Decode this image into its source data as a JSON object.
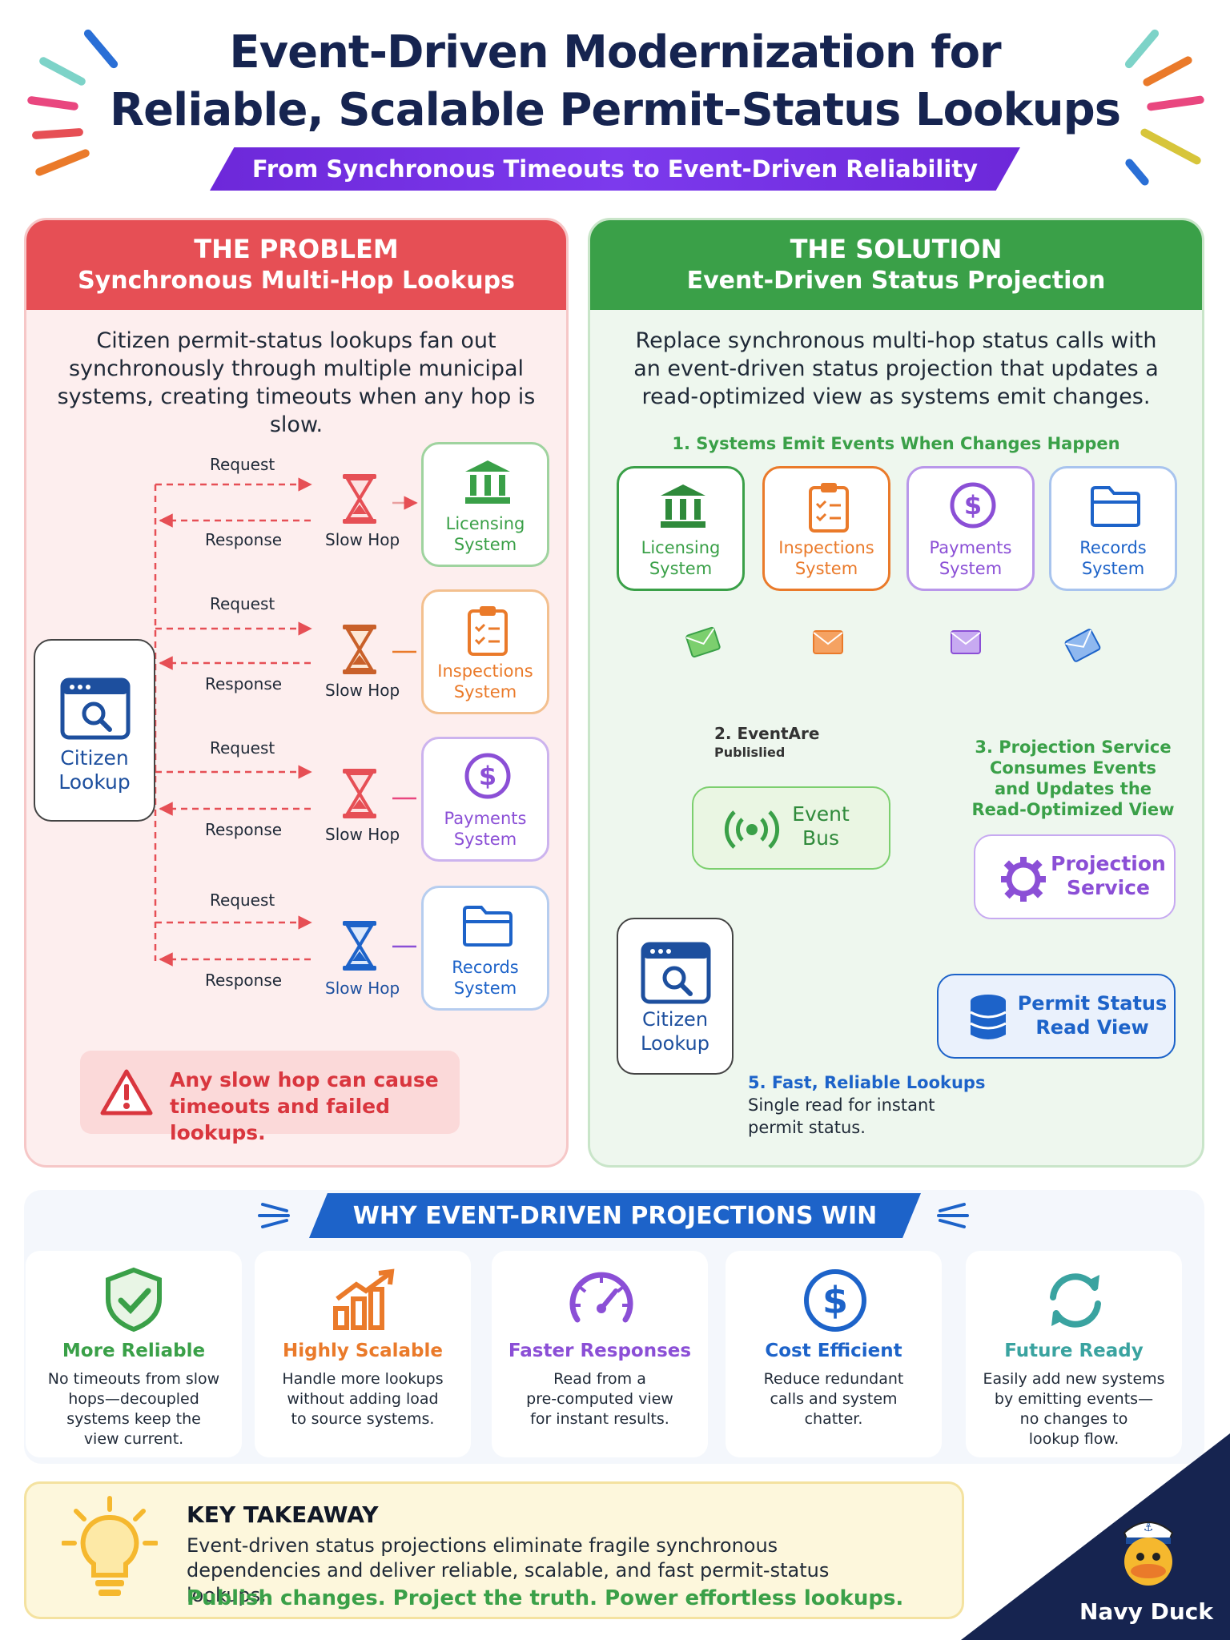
{
  "header": {
    "title_line1": "Event-Driven Modernization for",
    "title_line2": "Reliable, Scalable Permit-Status Lookups",
    "subtitle": "From Synchronous Timeouts to Event-Driven Reliability"
  },
  "problem": {
    "heading": "THE PROBLEM",
    "subheading": "Synchronous Multi-Hop Lookups",
    "intro": [
      "Citizen permit-status lookups fan out",
      "synchronously through multiple municipal",
      "systems, creating timeouts when any hop is slow."
    ],
    "client": {
      "line1": "Citizen",
      "line2": "Lookup"
    },
    "request_label": "Request",
    "response_label": "Response",
    "hop_label": "Slow Hop",
    "systems": [
      {
        "line1": "Licensing",
        "line2": "System",
        "color": "#3aa048"
      },
      {
        "line1": "Inspections",
        "line2": "System",
        "color": "#ea7a2a"
      },
      {
        "line1": "Payments",
        "line2": "System",
        "color": "#8b4fd6"
      },
      {
        "line1": "Records",
        "line2": "System",
        "color": "#1d63c9"
      }
    ],
    "warning": {
      "line1": "Any slow hop can cause",
      "line2": "timeouts and failed lookups."
    }
  },
  "solution": {
    "heading": "THE SOLUTION",
    "subheading": "Event-Driven Status Projection",
    "intro": [
      "Replace synchronous multi-hop status calls with",
      "an event-driven status projection that updates a",
      "read-optimized view as systems emit changes."
    ],
    "step1": "1. Systems Emit Events When Changes Happen",
    "systems": [
      {
        "line1": "Licensing",
        "line2": "System",
        "color": "#3aa048"
      },
      {
        "line1": "Inspections",
        "line2": "System",
        "color": "#ea7a2a"
      },
      {
        "line1": "Payments",
        "line2": "System",
        "color": "#8b4fd6"
      },
      {
        "line1": "Records",
        "line2": "System",
        "color": "#1d63c9"
      }
    ],
    "step2": {
      "line1": "2. EventAre",
      "line2": "Publislied"
    },
    "event_bus": {
      "line1": "Event",
      "line2": "Bus"
    },
    "step3": [
      "3. Projection Service",
      "Consumes Events",
      "and Updates the",
      "Read-Optimized View"
    ],
    "projection": {
      "line1": "Projection",
      "line2": "Service"
    },
    "client": {
      "line1": "Citizen",
      "line2": "Lookup"
    },
    "read_view": {
      "line1": "Permit Status",
      "line2": "Read View"
    },
    "step5": {
      "title": "5. Fast, Reliable Lookups",
      "line1": "Single read for instant",
      "line2": "permit status."
    }
  },
  "benefits": {
    "title": "WHY EVENT-DRIVEN PROJECTIONS WIN",
    "cards": [
      {
        "title": "More Reliable",
        "desc": [
          "No timeouts from slow",
          "hops—decoupled",
          "systems keep the",
          "view current."
        ],
        "color": "#3aa048",
        "icon": "shield-check-icon"
      },
      {
        "title": "Highly Scalable",
        "desc": [
          "Handle more lookups",
          "without adding load",
          "to source systems."
        ],
        "color": "#ea7a2a",
        "icon": "growth-chart-icon"
      },
      {
        "title": "Faster Responses",
        "desc": [
          "Read from a",
          "pre-computed view",
          "for instant results."
        ],
        "color": "#8b4fd6",
        "icon": "speedometer-icon"
      },
      {
        "title": "Cost Efficient",
        "desc": [
          "Reduce redundant",
          "calls and system",
          "chatter."
        ],
        "color": "#1d63c9",
        "icon": "dollar-icon"
      },
      {
        "title": "Future Ready",
        "desc": [
          "Easily add new systems",
          "by emitting events—",
          "no changes to",
          "lookup flow."
        ],
        "color": "#3aa3a0",
        "icon": "refresh-icon"
      }
    ]
  },
  "takeaway": {
    "title": "KEY TAKEAWAY",
    "line1": "Event-driven status projections eliminate fragile synchronous",
    "line2": "dependencies and deliver reliable, scalable, and fast permit-status lookups.",
    "slogan": "Publish changes. Project the truth. Power effortless lookups."
  },
  "brand": "Navy Duck"
}
